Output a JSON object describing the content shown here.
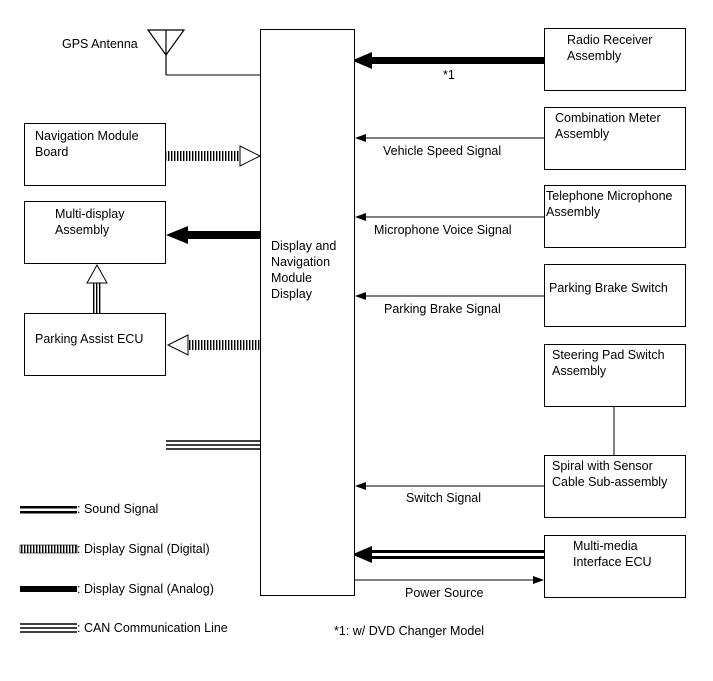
{
  "gps": {
    "label": "GPS Antenna"
  },
  "center": {
    "l1": "Display and",
    "l2": "Navigation",
    "l3": "Module",
    "l4": "Display"
  },
  "left": {
    "nav_module": {
      "l1": "Navigation Module",
      "l2": "Board"
    },
    "multi_display": {
      "l1": "Multi-display",
      "l2": "Assembly"
    },
    "parking_assist": {
      "l1": "Parking Assist ECU"
    }
  },
  "right": {
    "radio": {
      "l1": "Radio Receiver",
      "l2": "Assembly",
      "note": "*1"
    },
    "combination_meter": {
      "l1": "Combination Meter",
      "l2": "Assembly",
      "signal": "Vehicle Speed Signal"
    },
    "telephone_mic": {
      "l1": "Telephone Microphone",
      "l2": "Assembly",
      "signal": "Microphone Voice Signal"
    },
    "parking_brake": {
      "l1": "Parking Brake Switch",
      "signal": "Parking Brake Signal"
    },
    "steering_pad": {
      "l1": "Steering Pad Switch",
      "l2": "Assembly"
    },
    "spiral_cable": {
      "l1": "Spiral with Sensor",
      "l2": "Cable Sub-assembly",
      "signal": "Switch Signal"
    },
    "multimedia_ecu": {
      "l1": "Multi-media",
      "l2": "Interface ECU",
      "signal": "Power Source"
    }
  },
  "legend": {
    "sound": ": Sound Signal",
    "display_digital": ": Display Signal (Digital)",
    "display_analog": ": Display Signal (Analog)",
    "can": ": CAN Communication Line"
  },
  "footnote": "*1: w/ DVD Changer Model"
}
